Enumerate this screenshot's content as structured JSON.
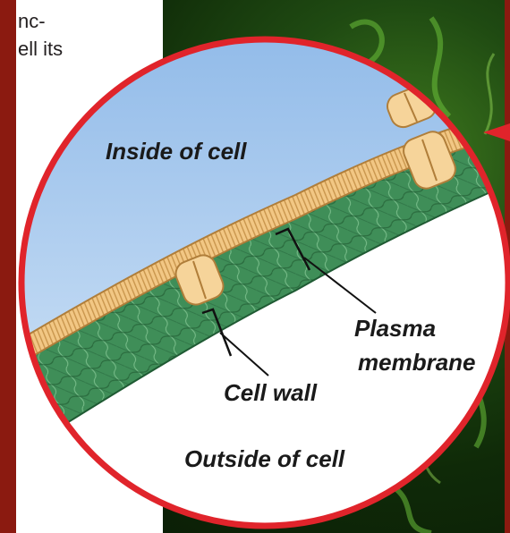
{
  "page_text": {
    "line1": "nc-",
    "line2": "ell its"
  },
  "labels": {
    "inside": "Inside of cell",
    "plasma1": "Plasma",
    "plasma2": "membrane",
    "wall": "Cell wall",
    "outside": "Outside of cell"
  },
  "colors": {
    "frame": "#8b1a10",
    "ring": "#e0242b",
    "cytoplasm": "#a8c8ee",
    "membrane": "#f0c27a",
    "cell_wall": "#3d8a55",
    "outside": "#ffffff"
  }
}
